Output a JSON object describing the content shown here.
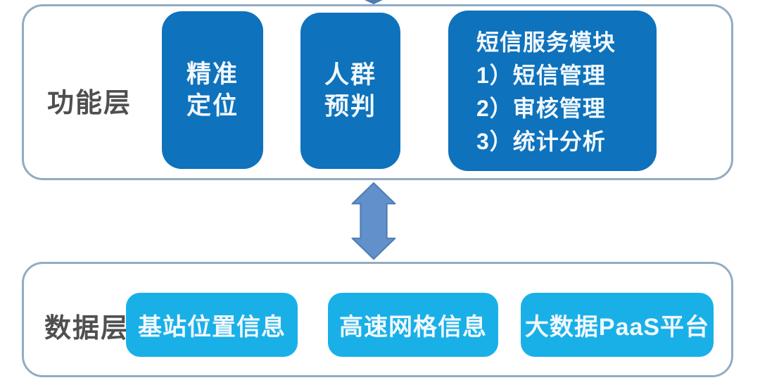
{
  "diagram": {
    "function_layer": {
      "label": "功能层",
      "boxes": [
        {
          "id": "precise-positioning",
          "lines": [
            "精准",
            "定位"
          ]
        },
        {
          "id": "crowd-prediction",
          "lines": [
            "人群",
            "预判"
          ]
        },
        {
          "id": "sms-service-module",
          "lines": [
            "短信服务模块",
            "1）短信管理",
            "2）审核管理",
            "3）统计分析"
          ]
        }
      ]
    },
    "connector": {
      "type": "double-headed-vertical-arrow",
      "meaning": "data exchange between function layer and data layer"
    },
    "data_layer": {
      "label": "数据层",
      "boxes": [
        {
          "id": "base-station-location-info",
          "label": "基站位置信息"
        },
        {
          "id": "highspeed-grid-info",
          "label": "高速网格信息"
        },
        {
          "id": "bigdata-paas-platform",
          "label": "大数据PaaS平台"
        }
      ]
    },
    "colors": {
      "dark_box": "#0e72bc",
      "light_box": "#19b0e8",
      "container_border": "#93abc4",
      "label_text": "#4f4f4f",
      "box_text": "#f2f8fd",
      "arrow_fill": "#6190ca",
      "arrow_stroke": "#4d7cb3"
    }
  }
}
